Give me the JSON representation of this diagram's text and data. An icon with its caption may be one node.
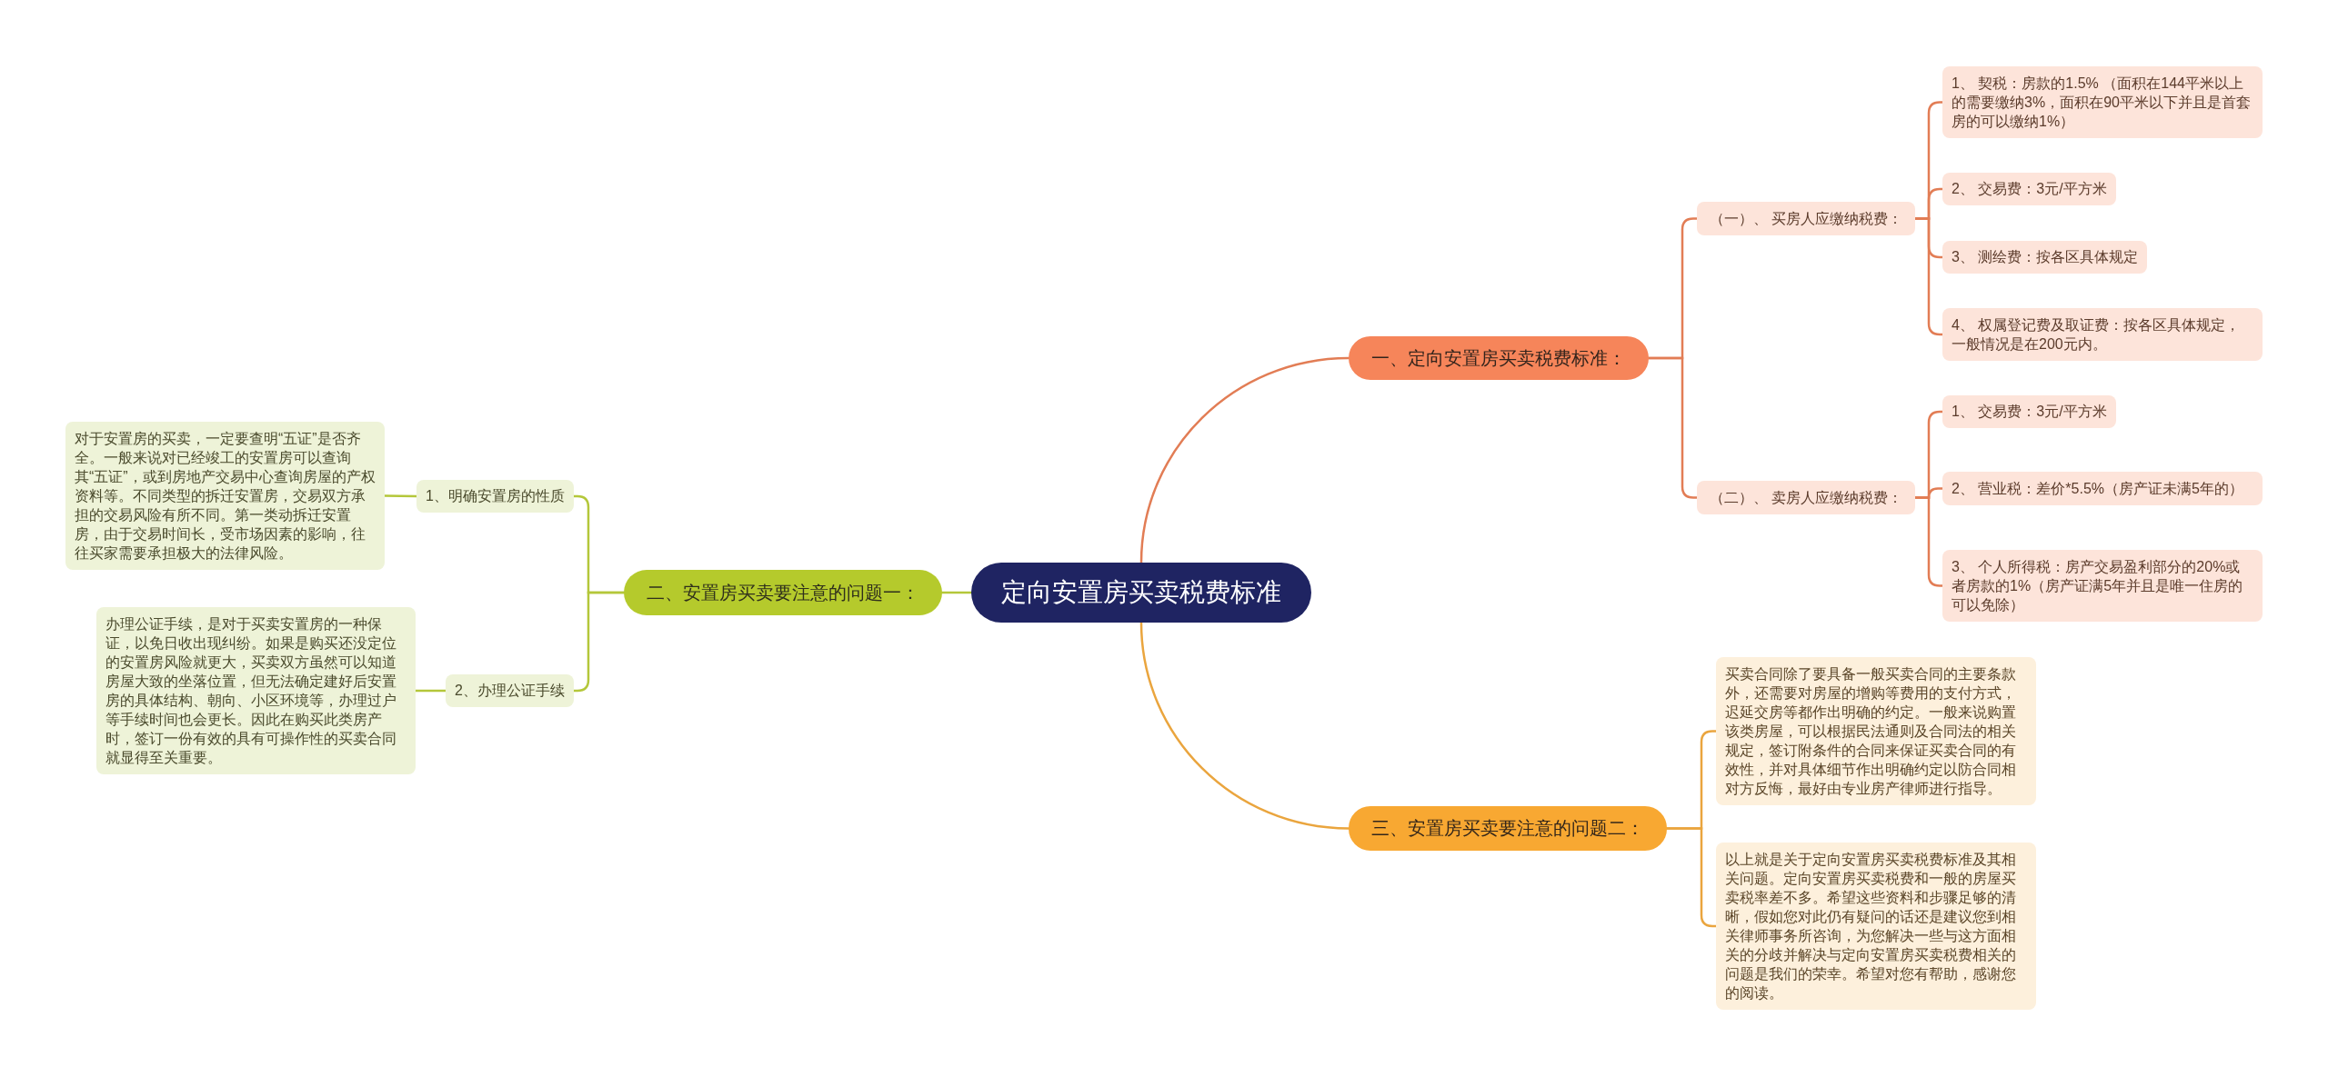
{
  "diagram": {
    "nodes": [
      {
        "text": [
          "定向安置房买卖税费标准"
        ]
      },
      {
        "text": [
          "一、定向安置房买卖税费标准："
        ]
      },
      {
        "text": [
          "（一）、 买房人应缴纳税费："
        ]
      },
      {
        "text": [
          "1、 契税：房款的1.5% （面积在144平米以上的需要缴纳3%，面积在90平米以下并且是首套房的可以缴纳1%）"
        ]
      },
      {
        "text": [
          "2、 交易费：3元/平方米"
        ]
      },
      {
        "text": [
          "3、 测绘费：按各区具体规定"
        ]
      },
      {
        "text": [
          "4、 权属登记费及取证费：按各区具体规定，一般情况是在200元内。"
        ]
      },
      {
        "text": [
          "（二）、 卖房人应缴纳税费："
        ]
      },
      {
        "text": [
          "1、 交易费：3元/平方米"
        ]
      },
      {
        "text": [
          "2、 营业税：差价*5.5%（房产证未满5年的）"
        ]
      },
      {
        "text": [
          "3、 个人所得税：房产交易盈利部分的20%或者房款的1%（房产证满5年并且是唯一住房的可以免除）"
        ]
      },
      {
        "text": [
          "三、安置房买卖要注意的问题二："
        ]
      },
      {
        "text": [
          "买卖合同除了要具备一般买卖合同的主要条款外，还需要对房屋的增购等费用的支付方式，迟延交房等都作出明确的约定。一般来说购置该类房屋，可以根据民法通则及合同法的相关规定，签订附条件的合同来保证买卖合同的有效性，并对具体细节作出明确约定以防合同相对方反悔，最好由专业房产律师进行指导。"
        ]
      },
      {
        "text": [
          "以上就是关于定向安置房买卖税费标准及其相关问题。定向安置房买卖税费和一般的房屋买卖税率差不多。希望这些资料和步骤足够的清晰，假如您对此仍有疑问的话还是建议您到相关律师事务所咨询，为您解决一些与这方面相关的分歧并解决与定向安置房买卖税费相关的问题是我们的荣幸。希望对您有帮助，感谢您的阅读。"
        ]
      },
      {
        "text": [
          "二、安置房买卖要注意的问题一："
        ]
      },
      {
        "text": [
          "1、明确安置房的性质"
        ]
      },
      {
        "text": [
          "对于安置房的买卖，一定要查明“五证”是否齐全。一般来说对已经竣工的安置房可以查询其“五证”，或到房地产交易中心查询房屋的产权资料等。不同类型的拆迁安置房，交易双方承担的交易风险有所不同。第一类动拆迁安置房，由于交易时间长，受市场因素的影响，往往买家需要承担极大的法律风险。"
        ]
      },
      {
        "text": [
          "2、办理公证手续"
        ]
      },
      {
        "text": [
          "办理公证手续，是对于买卖安置房的一种保证，以免日收出现纠纷。如果是购买还没定位的安置房风险就更大，买卖双方虽然可以知道房屋大致的坐落位置，但无法确定建好后安置房的具体结构、朝向、小区环境等，办理过户等手续时间也会更长。因此在购买此类房产时，签订一份有效的具有可操作性的买卖合同就显得至关重要。"
        ]
      }
    ],
    "edges": [
      {
        "from": 0,
        "to": 1,
        "arrow": "none"
      },
      {
        "from": 1,
        "to": 2,
        "arrow": "none"
      },
      {
        "from": 2,
        "to": 3,
        "arrow": "none"
      },
      {
        "from": 2,
        "to": 4,
        "arrow": "none"
      },
      {
        "from": 2,
        "to": 5,
        "arrow": "none"
      },
      {
        "from": 2,
        "to": 6,
        "arrow": "none"
      },
      {
        "from": 1,
        "to": 7,
        "arrow": "none"
      },
      {
        "from": 7,
        "to": 8,
        "arrow": "none"
      },
      {
        "from": 7,
        "to": 9,
        "arrow": "none"
      },
      {
        "from": 7,
        "to": 10,
        "arrow": "none"
      },
      {
        "from": 0,
        "to": 11,
        "arrow": "none",
        "color": "#eaa53e"
      },
      {
        "from": 11,
        "to": 12,
        "arrow": "none",
        "color": "#eaa53e"
      },
      {
        "from": 11,
        "to": 13,
        "arrow": "none",
        "color": "#eaa53e"
      },
      {
        "from": 0,
        "to": 14,
        "arrow": "none",
        "color": "#b4c73a"
      },
      {
        "from": 14,
        "to": 15,
        "arrow": "none",
        "color": "#b4c73a"
      },
      {
        "from": 15,
        "to": 16,
        "arrow": "none",
        "color": "#b4c73a"
      },
      {
        "from": 14,
        "to": 17,
        "arrow": "none",
        "color": "#b4c73a"
      },
      {
        "from": 17,
        "to": 18,
        "arrow": "none",
        "color": "#b4c73a"
      }
    ]
  }
}
